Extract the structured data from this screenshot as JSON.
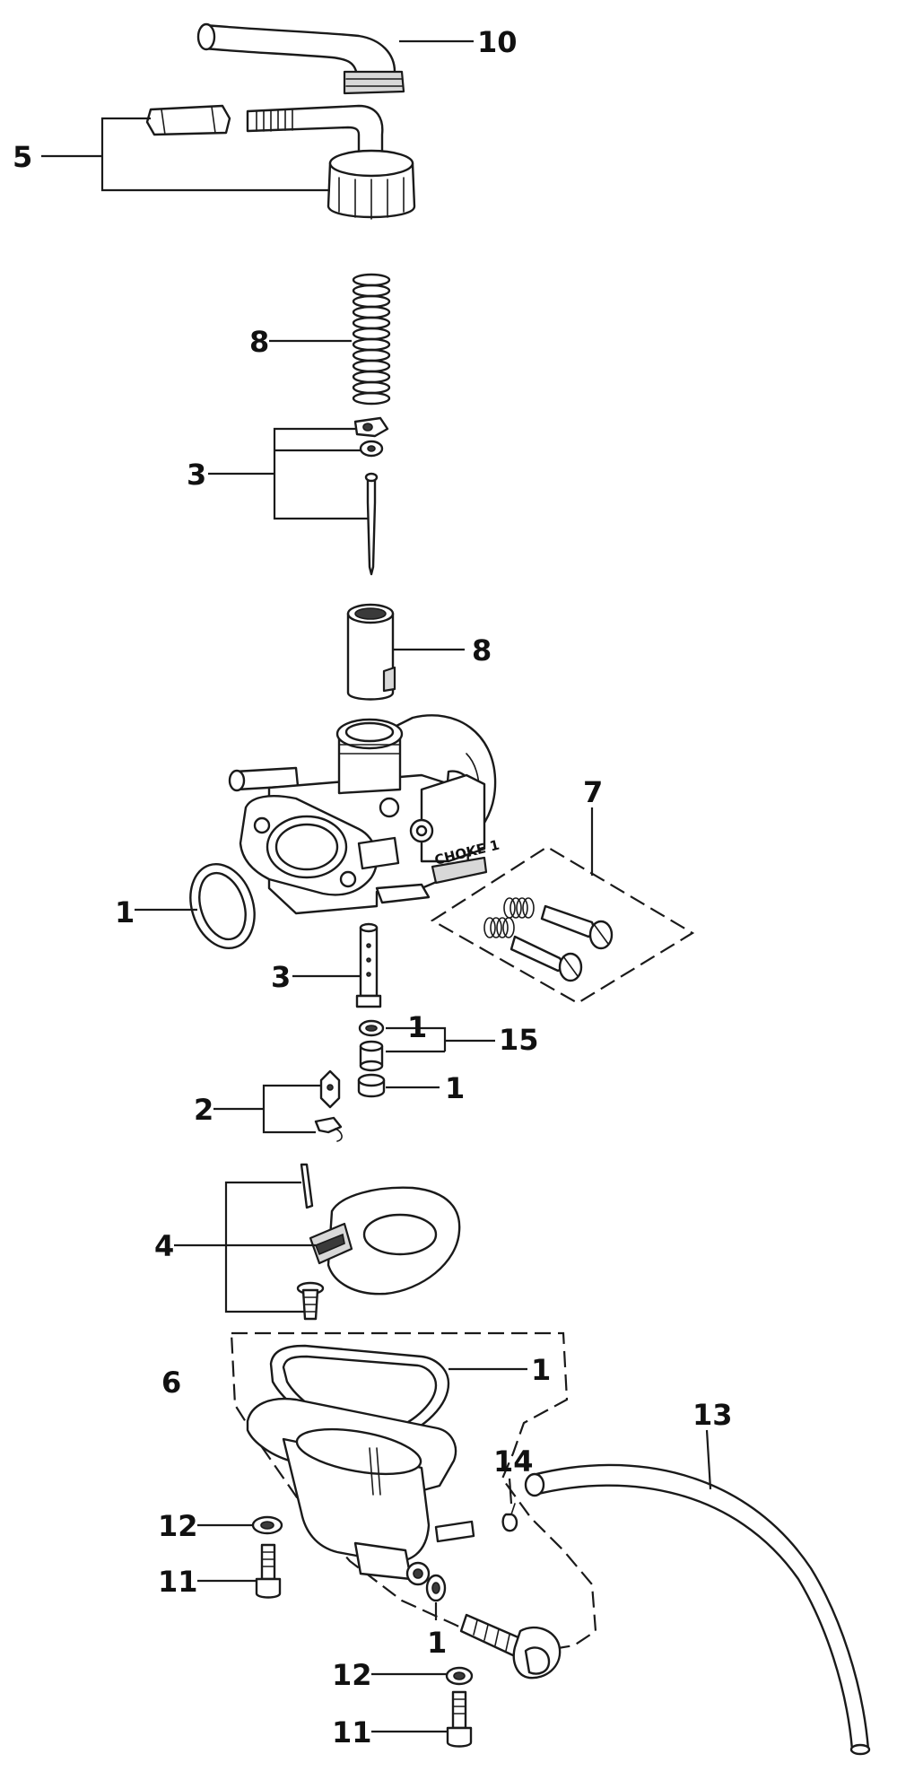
{
  "diagram": {
    "labels": {
      "l10": "10",
      "l5": "5",
      "l8a": "8",
      "l3a": "3",
      "l8b": "8",
      "l7": "7",
      "l1a": "1",
      "l3b": "3",
      "l1b": "1",
      "l15": "15",
      "l1c": "1",
      "l2": "2",
      "l4": "4",
      "l6": "6",
      "l1d": "1",
      "l13": "13",
      "l14": "14",
      "l12a": "12",
      "l11a": "11",
      "l1e": "1",
      "l12b": "12",
      "l11b": "11"
    },
    "body_marking": "CHOKE 1"
  }
}
